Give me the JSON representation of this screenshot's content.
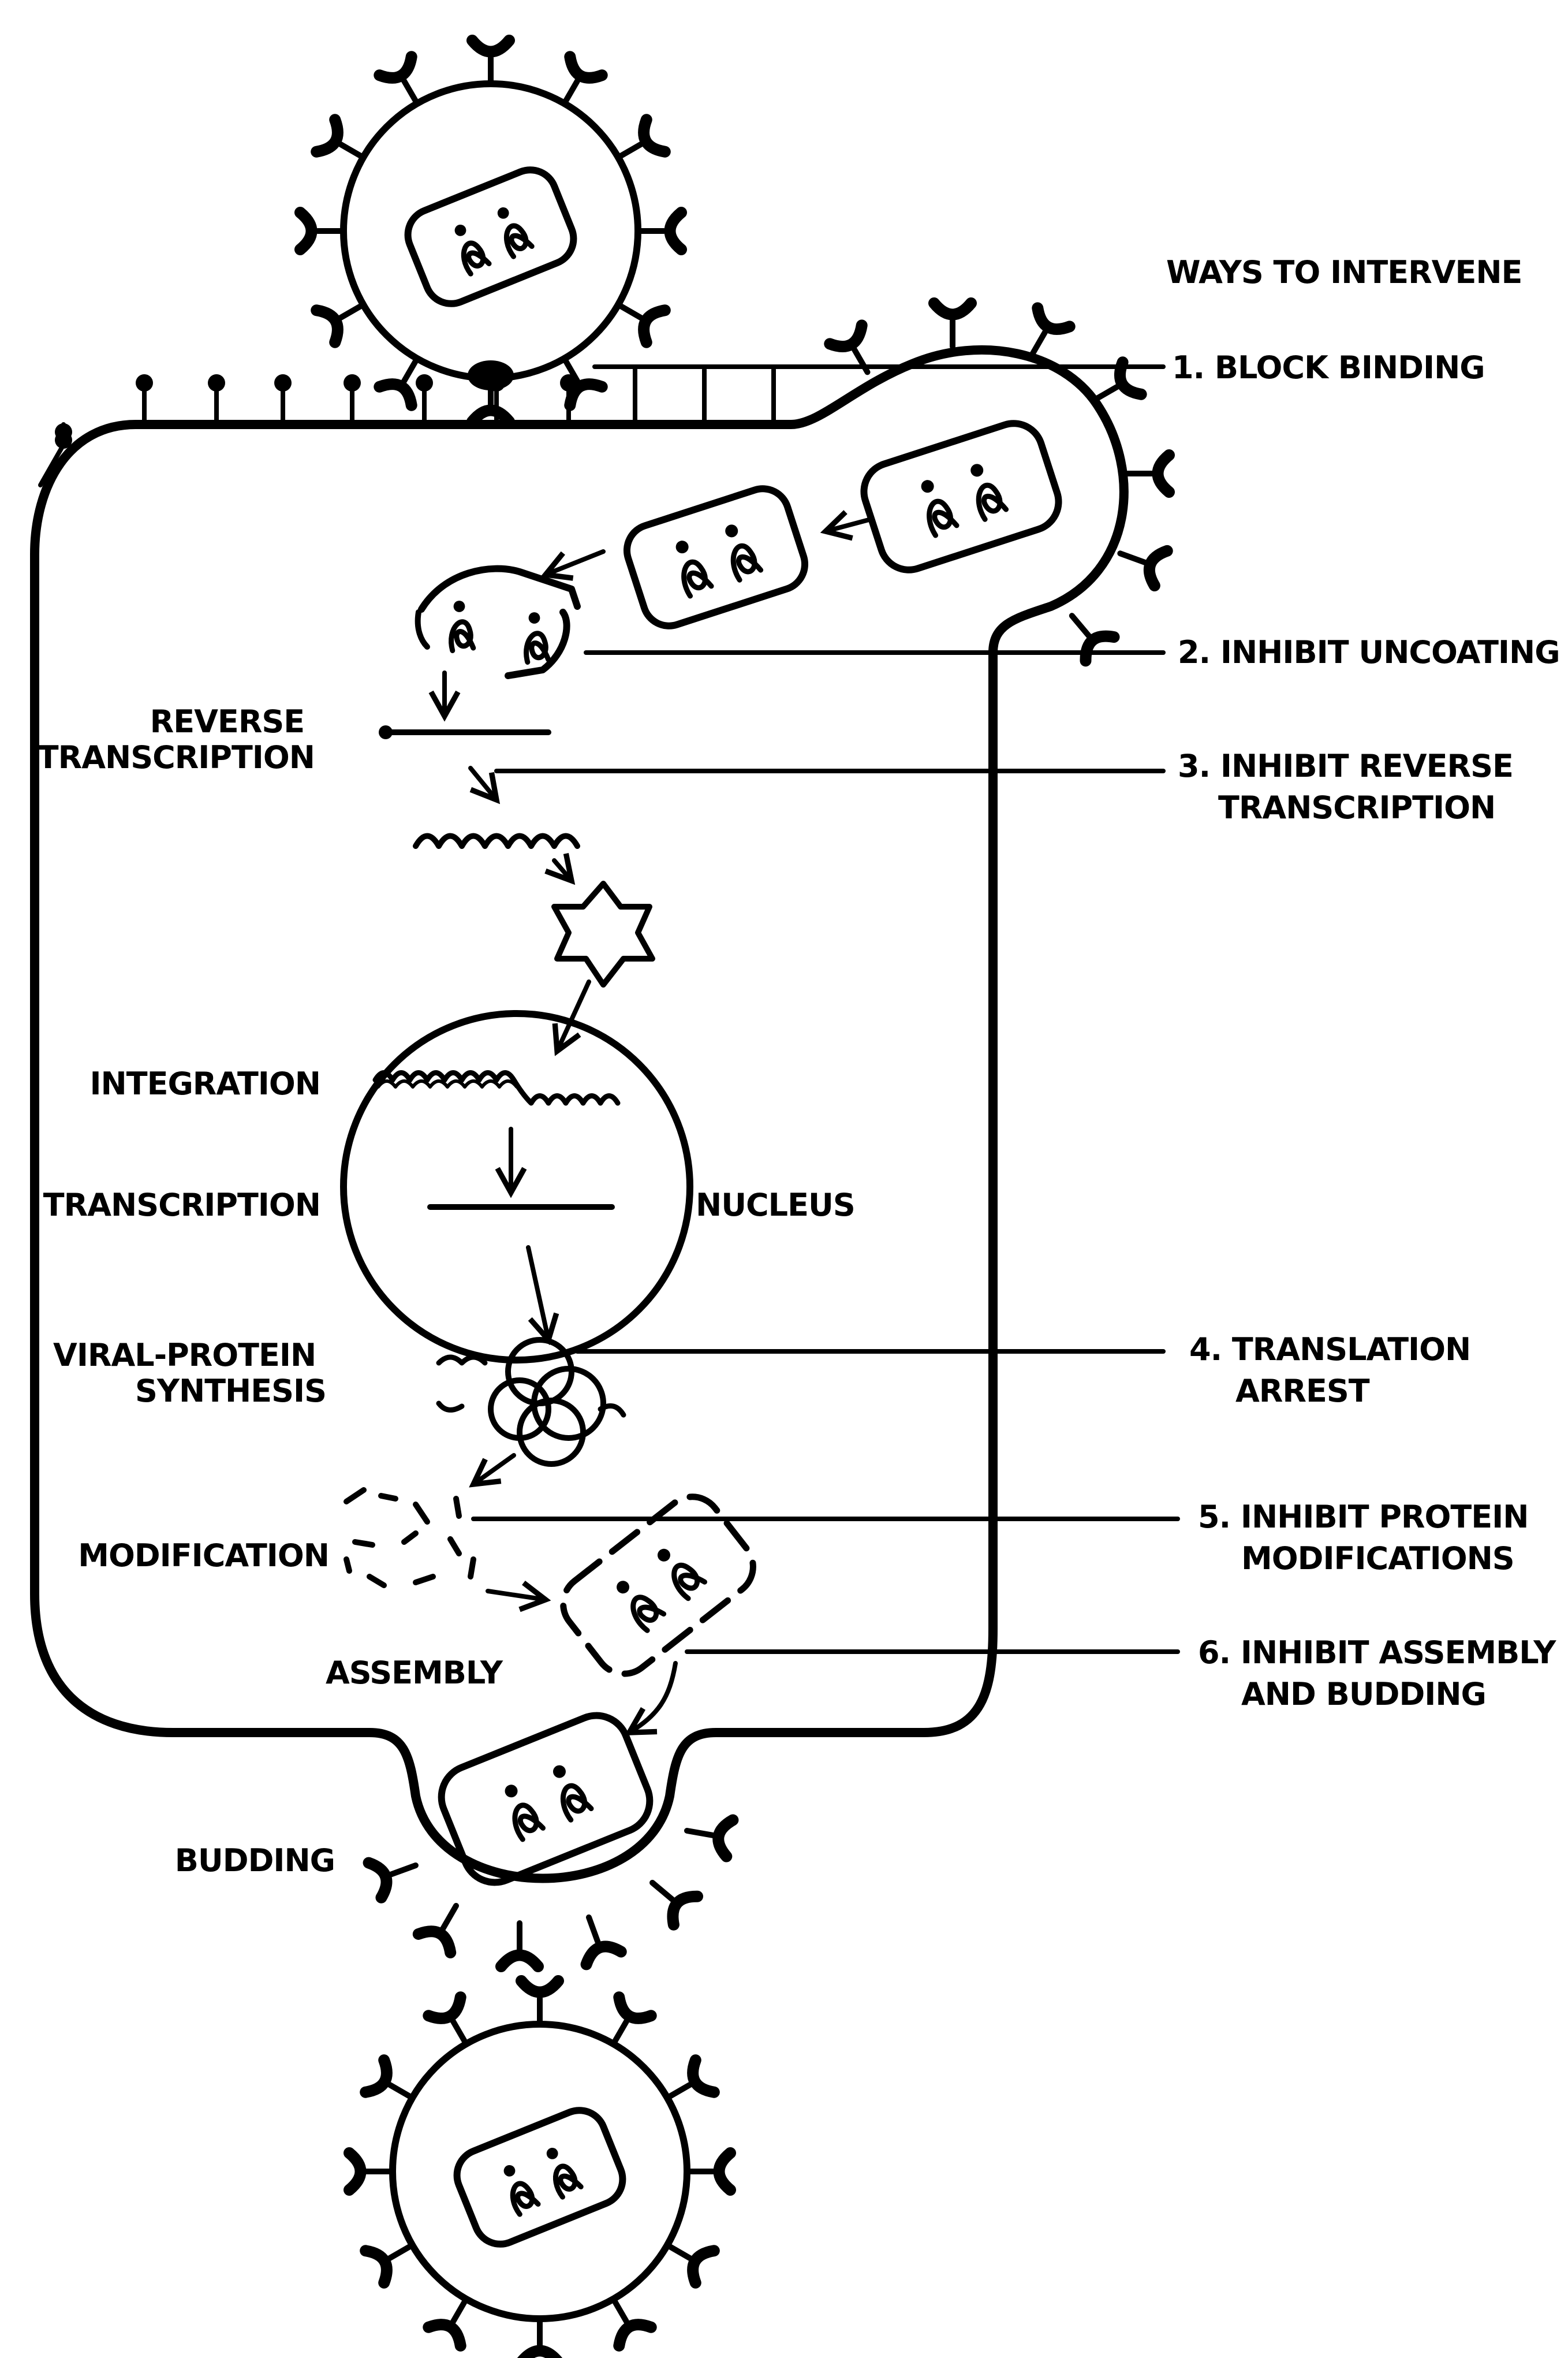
{
  "heading": "WAYS TO INTERVENE",
  "process_labels": {
    "reverse_transcription": [
      "REVERSE",
      "TRANSCRIPTION"
    ],
    "integration": "INTEGRATION",
    "transcription": "TRANSCRIPTION",
    "nucleus": "NUCLEUS",
    "viral_protein_synthesis": [
      "VIRAL-PROTEIN",
      "SYNTHESIS"
    ],
    "modification": "MODIFICATION",
    "assembly": "ASSEMBLY",
    "budding": "BUDDING"
  },
  "interventions": [
    {
      "lines": [
        "1. BLOCK BINDING"
      ]
    },
    {
      "lines": [
        "2. INHIBIT UNCOATING"
      ]
    },
    {
      "lines": [
        "3. INHIBIT REVERSE",
        "TRANSCRIPTION"
      ]
    },
    {
      "lines": [
        "4. TRANSLATION",
        "ARREST"
      ]
    },
    {
      "lines": [
        "5. INHIBIT PROTEIN",
        "MODIFICATIONS"
      ]
    },
    {
      "lines": [
        "6. INHIBIT ASSEMBLY",
        "AND BUDDING"
      ]
    }
  ],
  "colors": {
    "ink": "#000000",
    "background": "#ffffff"
  }
}
